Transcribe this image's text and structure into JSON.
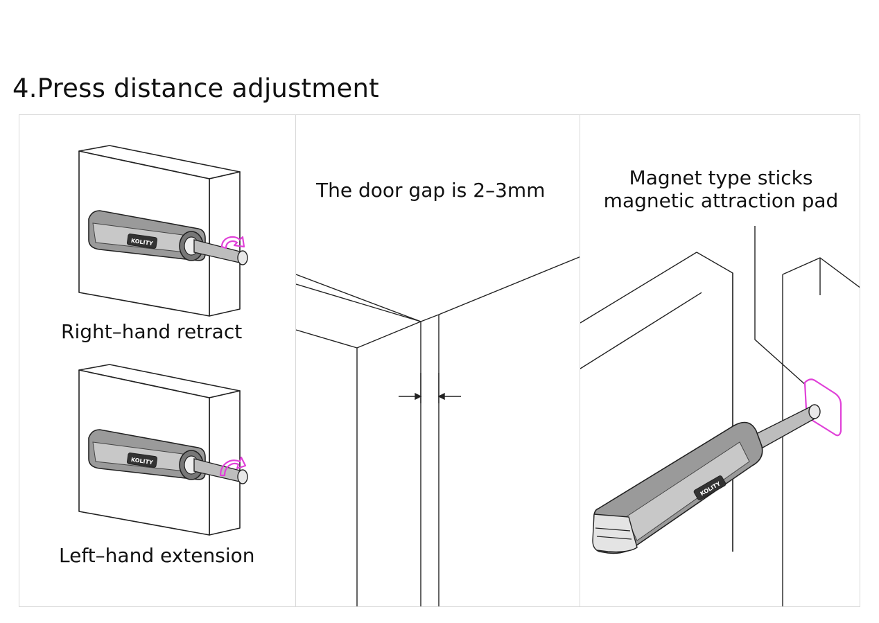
{
  "title": "4.Press distance adjustment",
  "panels": [
    {
      "captions": [
        "Right–hand retract",
        "Left–hand extension"
      ],
      "device_logo": "KOLITY"
    },
    {
      "caption": "The door gap is 2–3mm"
    },
    {
      "caption_line1": "Magnet type sticks",
      "caption_line2": "magnetic attraction pad",
      "device_logo": "KOLITY"
    }
  ],
  "colors": {
    "line": "#222222",
    "accent": "#e040d8",
    "panel_border": "#d9d9d9",
    "device_fill": "#9a9a9a"
  }
}
